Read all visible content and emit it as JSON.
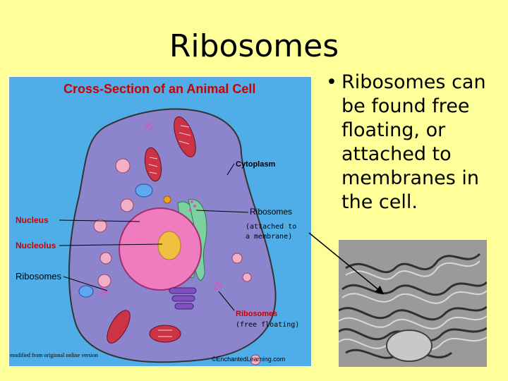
{
  "slide": {
    "title": "Ribosomes",
    "bullet": "Ribosomes can be found free floating, or attached to membranes in the cell."
  },
  "diagram": {
    "heading": "Cross-Section of an Animal Cell",
    "labels": {
      "cytoplasm": "Cytoplasm",
      "ribosomes_attached": "Ribosomes",
      "attached_note_1": "(attached to",
      "attached_note_2": "a membrane)",
      "nucleus": "Nucleus",
      "nucleolus": "Nucleolus",
      "ribosomes_left": "Ribosomes",
      "ribosomes_free": "Ribosomes",
      "free_note": "(free floating)",
      "credit_left": "modified from origional online version",
      "credit_right": "©EnchantedLearning.com"
    },
    "colors": {
      "background": "#4faee8",
      "heading": "#cc0000",
      "cell": "#8080cc",
      "nucleus": "#f280c0",
      "nucleolus": "#f0c040",
      "label_red": "#cc0000"
    }
  }
}
